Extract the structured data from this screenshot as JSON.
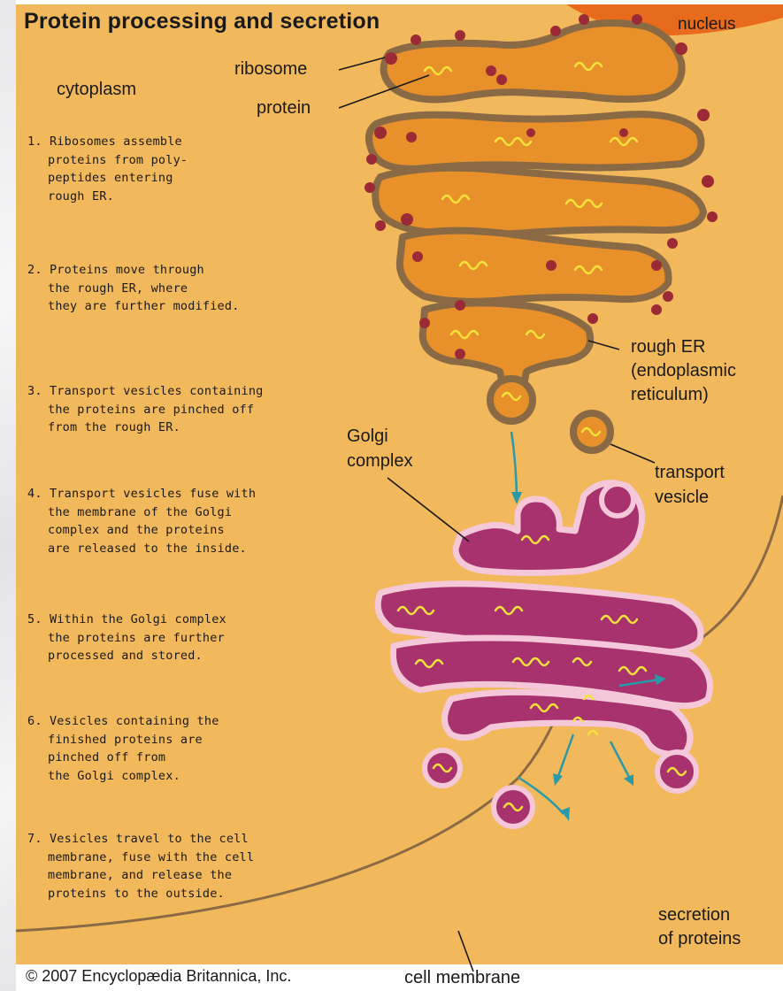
{
  "title": "Protein processing and secretion",
  "labels": {
    "nucleus": "nucleus",
    "cytoplasm": "cytoplasm",
    "ribosome": "ribosome",
    "protein": "protein",
    "rough_er": [
      "rough ER",
      "(endoplasmic",
      "reticulum)"
    ],
    "golgi": [
      "Golgi",
      "complex"
    ],
    "transport_vesicle": [
      "transport",
      "vesicle"
    ],
    "secretion": [
      "secretion",
      "of proteins"
    ],
    "cell_membrane": "cell membrane"
  },
  "steps": [
    {
      "lines": [
        "1. Ribosomes assemble",
        "proteins from poly-",
        "peptides entering",
        "rough ER."
      ]
    },
    {
      "lines": [
        "2. Proteins move through",
        "the rough ER, where",
        "they are further modified."
      ]
    },
    {
      "lines": [
        "3. Transport vesicles containing",
        "the proteins are pinched off",
        "from the rough ER."
      ]
    },
    {
      "lines": [
        "4. Transport vesicles fuse with",
        "the membrane of the Golgi",
        "complex and the proteins",
        "are released to the inside."
      ]
    },
    {
      "lines": [
        "5. Within the Golgi complex",
        "the proteins are further",
        "processed and stored."
      ]
    },
    {
      "lines": [
        "6. Vesicles containing the",
        "finished proteins are",
        "pinched off from",
        "the Golgi complex."
      ]
    },
    {
      "lines": [
        "7. Vesicles travel to the cell",
        "membrane, fuse with the cell",
        "membrane, and release the",
        "proteins to the outside."
      ]
    }
  ],
  "copyright": "© 2007 Encyclopædia Britannica, Inc.",
  "colors": {
    "cytoplasm": "#f2b85c",
    "er_membrane": "#8a6a45",
    "er_lumen": "#e8902a",
    "ribosome": "#9c2a36",
    "golgi_lumen": "#a8326e",
    "golgi_membrane": "#f4c8d8",
    "protein": "#f5e23a",
    "nucleus": "#e86a1c",
    "arrow": "#2a9aa8"
  }
}
